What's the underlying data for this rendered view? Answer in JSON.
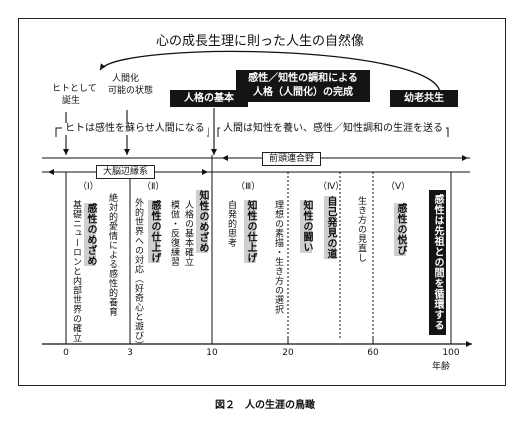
{
  "title": "心の成長生理に則った人生の自然像",
  "top_labels": {
    "hito_birth_1": "ヒトとして",
    "hito_birth_2": "誕生",
    "ningenka_1": "人間化",
    "ningenka_2": "可能の状態"
  },
  "black_boxes": {
    "jinkaku_kihon": "人格の基本",
    "kansei_chisei_1": "感性／知性の調和による",
    "kansei_chisei_2": "人格（人間化）の完成",
    "kourou_kyousei": "幼老共生"
  },
  "bands": {
    "left_text": "ヒトは感性を蘇らせ人間になる",
    "right_text": "人間は知性を養い、感性／知性調和の生涯を送る",
    "daino_henen": "大脳辺縁系",
    "zentou_rengou": "前頭連合野"
  },
  "stages": {
    "s1": {
      "numeral": "（Ⅰ）",
      "main": "感性のめざめ",
      "sub": "基礎ニューロンと内部世界の確立"
    },
    "s_mid": {
      "text": "絶対的愛情による感性的養育"
    },
    "s2": {
      "numeral": "（Ⅱ）",
      "main": "感性の仕上げ",
      "sub": "外的世界への対応（好奇心と遊び）"
    },
    "s2b": {
      "main": "知性のめざめ",
      "sub1": "人格の基本確立",
      "sub2": "模倣・反復練習"
    },
    "s3": {
      "numeral": "（Ⅲ）",
      "sub0": "自発的思考",
      "main": "知性の仕上げ"
    },
    "s3b": {
      "sub": "理想の素描・生き方の選択",
      "main": "知性の闘い"
    },
    "s4": {
      "numeral": "（Ⅳ）",
      "main": "自己発見の道",
      "sub": "生き方の見直し"
    },
    "s5": {
      "numeral": "（Ⅴ）",
      "main": "感性の悦び"
    },
    "final": {
      "text": "感性は先祖との間を循環する"
    }
  },
  "axis": {
    "ticks": [
      "0",
      "3",
      "10",
      "20",
      "60",
      "100"
    ],
    "unit": "年齢"
  },
  "caption": "図２　人の生涯の鳥瞰"
}
